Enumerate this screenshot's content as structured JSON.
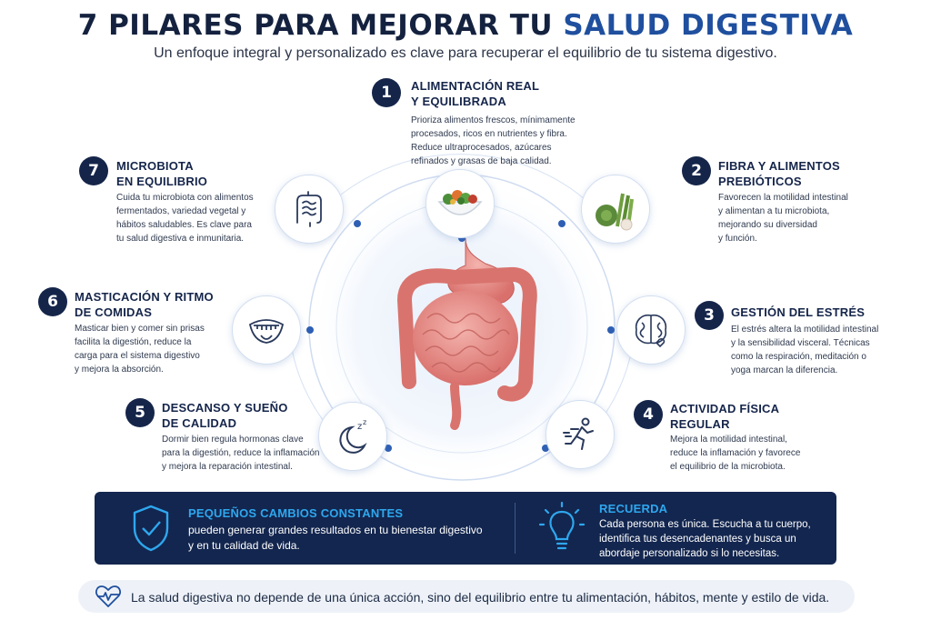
{
  "header": {
    "title_main": "7 PILARES PARA MEJORAR TU",
    "title_highlight": "SALUD DIGESTIVA",
    "subtitle": "Un enfoque integral y personalizado es clave para recuperar el equilibrio de tu sistema digestivo.",
    "highlight_color": "#1f4f9e"
  },
  "pillars": [
    {
      "number": "1",
      "title": [
        "ALIMENTACIÓN REAL",
        "Y EQUILIBRADA"
      ],
      "desc": [
        "Prioriza alimentos frescos, mínimamente",
        "procesados, ricos en nutrientes y fibra.",
        "Reduce ultraprocesados, azúcares",
        "refinados y grasas de baja calidad."
      ],
      "icon": "salad-bowl-icon"
    },
    {
      "number": "2",
      "title": [
        "FIBRA Y ALIMENTOS",
        "PREBIÓTICOS"
      ],
      "desc": [
        "Favorecen la motilidad intestinal",
        "y alimentan a tu microbiota,",
        "mejorando su diversidad",
        "y función."
      ],
      "icon": "vegetables-icon"
    },
    {
      "number": "3",
      "title": [
        "GESTIÓN DEL ESTRÉS"
      ],
      "desc": [
        "El estrés altera la motilidad intestinal",
        "y la sensibilidad visceral. Técnicas",
        "como la respiración, meditación o",
        "yoga marcan la diferencia."
      ],
      "icon": "brain-icon"
    },
    {
      "number": "4",
      "title": [
        "ACTIVIDAD FÍSICA",
        "REGULAR"
      ],
      "desc": [
        "Mejora la motilidad intestinal,",
        "reduce la inflamación y favorece",
        "el equilibrio de la microbiota."
      ],
      "icon": "runner-icon"
    },
    {
      "number": "5",
      "title": [
        "DESCANSO Y SUEÑO",
        "DE CALIDAD"
      ],
      "desc": [
        "Dormir bien regula hormonas clave",
        "para la digestión, reduce la inflamación",
        "y mejora la reparación intestinal."
      ],
      "icon": "moon-sleep-icon"
    },
    {
      "number": "6",
      "title": [
        "MASTICACIÓN Y RITMO",
        "DE COMIDAS"
      ],
      "desc": [
        "Masticar bien y comer sin prisas",
        "facilita la digestión, reduce la",
        "carga para el sistema digestivo",
        "y mejora la absorción."
      ],
      "icon": "chewing-mouth-icon"
    },
    {
      "number": "7",
      "title": [
        "MICROBIOTA",
        "EN EQUILIBRIO"
      ],
      "desc": [
        "Cuida tu microbiota con alimentos",
        "fermentados, variedad vegetal y",
        "hábitos saludables. Es clave para",
        "tu salud digestiva e inmunitaria."
      ],
      "icon": "intestine-icon"
    }
  ],
  "banner": {
    "left_title": "PEQUEÑOS CAMBIOS CONSTANTES",
    "left_text": [
      "pueden generar grandes resultados en tu bienestar digestivo",
      "y en tu calidad de vida."
    ],
    "right_title": "RECUERDA",
    "right_text": [
      "Cada persona es única. Escucha a tu cuerpo,",
      "identifica tus desencadenantes y busca un",
      "abordaje personalizado si lo necesitas."
    ],
    "left_icon": "shield-check-icon",
    "right_icon": "lightbulb-icon",
    "background_color": "#13264f",
    "title_color": "#2ea7ee"
  },
  "footer": {
    "text": "La salud digestiva no depende de una única acción, sino del equilibrio entre tu alimentación, hábitos, mente y estilo de vida.",
    "icon": "heart-pulse-icon"
  }
}
